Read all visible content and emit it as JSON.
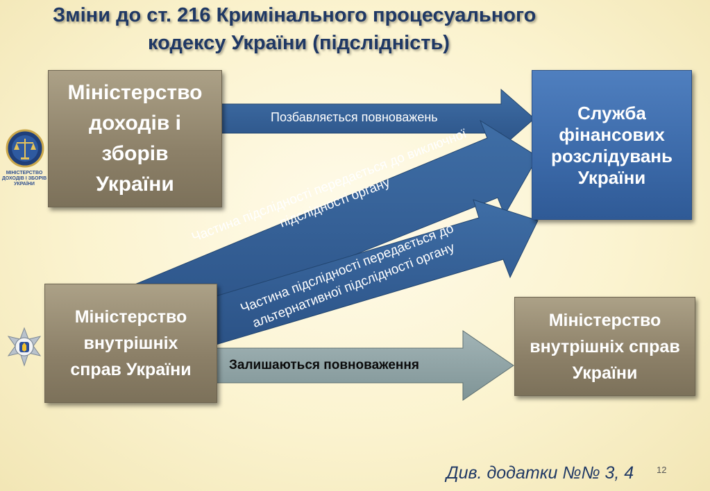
{
  "title": {
    "line1": "Зміни до ст. 216 Кримінального процесуального",
    "line2": "кодексу України (підслідність)"
  },
  "boxes": {
    "mdz": [
      "Міністерство",
      "доходів і",
      "зборів",
      "України"
    ],
    "mvs_left": [
      "Міністерство",
      "внутрішніх",
      "справ України"
    ],
    "sfr": [
      "Служба",
      "фінансових",
      "розслідувань",
      "України"
    ],
    "mvs_right": [
      "Міністерство",
      "внутрішніх справ",
      "України"
    ]
  },
  "arrows": {
    "loses": "Позбавляється повноважень",
    "exclusive": [
      "Частина підслідності передається до виключної",
      "підслідності органу"
    ],
    "alternative": [
      "Частина підслідності передається до",
      "альтернативної підслідності органу"
    ],
    "remains": "Залишаються повноваження"
  },
  "emblems": {
    "mdz_caption": [
      "МІНІСТЕРСТВО",
      "ДОХОДІВ І ЗБОРІВ",
      "УКРАЇНИ"
    ],
    "mdz_icon": "scales-emblem-icon",
    "police_icon": "police-star-emblem-icon"
  },
  "footer": {
    "note": "Див. додатки №№ 3, 4",
    "page_number": "12"
  },
  "colors": {
    "title": "#1f3864",
    "box_brown": "#8c8068",
    "box_blue": "#3b69a8",
    "arrow_blue": "#355f94",
    "arrow_gray": "#8fa3a5"
  }
}
